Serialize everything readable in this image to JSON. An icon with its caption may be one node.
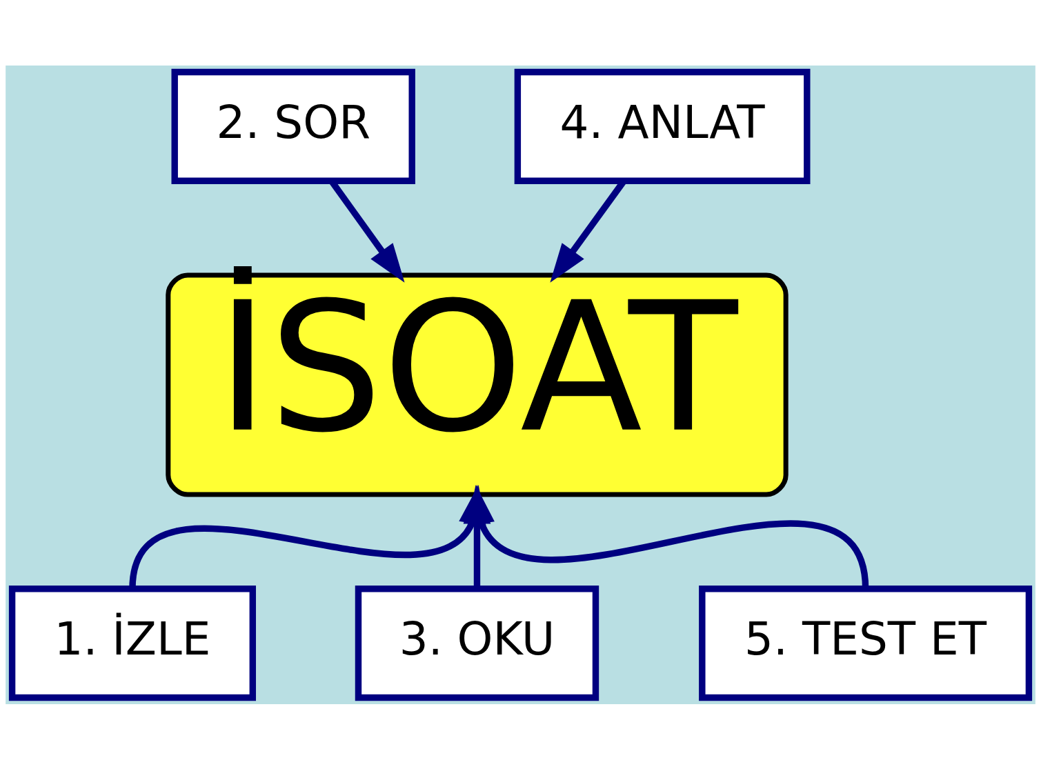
{
  "diagram": {
    "nodes": [
      {
        "text": [
          "2. SOR"
        ]
      },
      {
        "text": [
          "4. ANLAT"
        ]
      },
      {
        "text": [
          "İSOAT"
        ]
      },
      {
        "text": [
          "1. İZLE"
        ]
      },
      {
        "text": [
          "3. OKU"
        ]
      },
      {
        "text": [
          "5. TEST ET"
        ]
      }
    ],
    "edges": [
      {
        "from": 3,
        "to": 2,
        "arrow": "to"
      },
      {
        "from": 0,
        "to": 2,
        "arrow": "to"
      },
      {
        "from": 4,
        "to": 2,
        "arrow": "to"
      },
      {
        "from": 1,
        "to": 2,
        "arrow": "to"
      },
      {
        "from": 5,
        "to": 2,
        "arrow": "to"
      }
    ]
  }
}
